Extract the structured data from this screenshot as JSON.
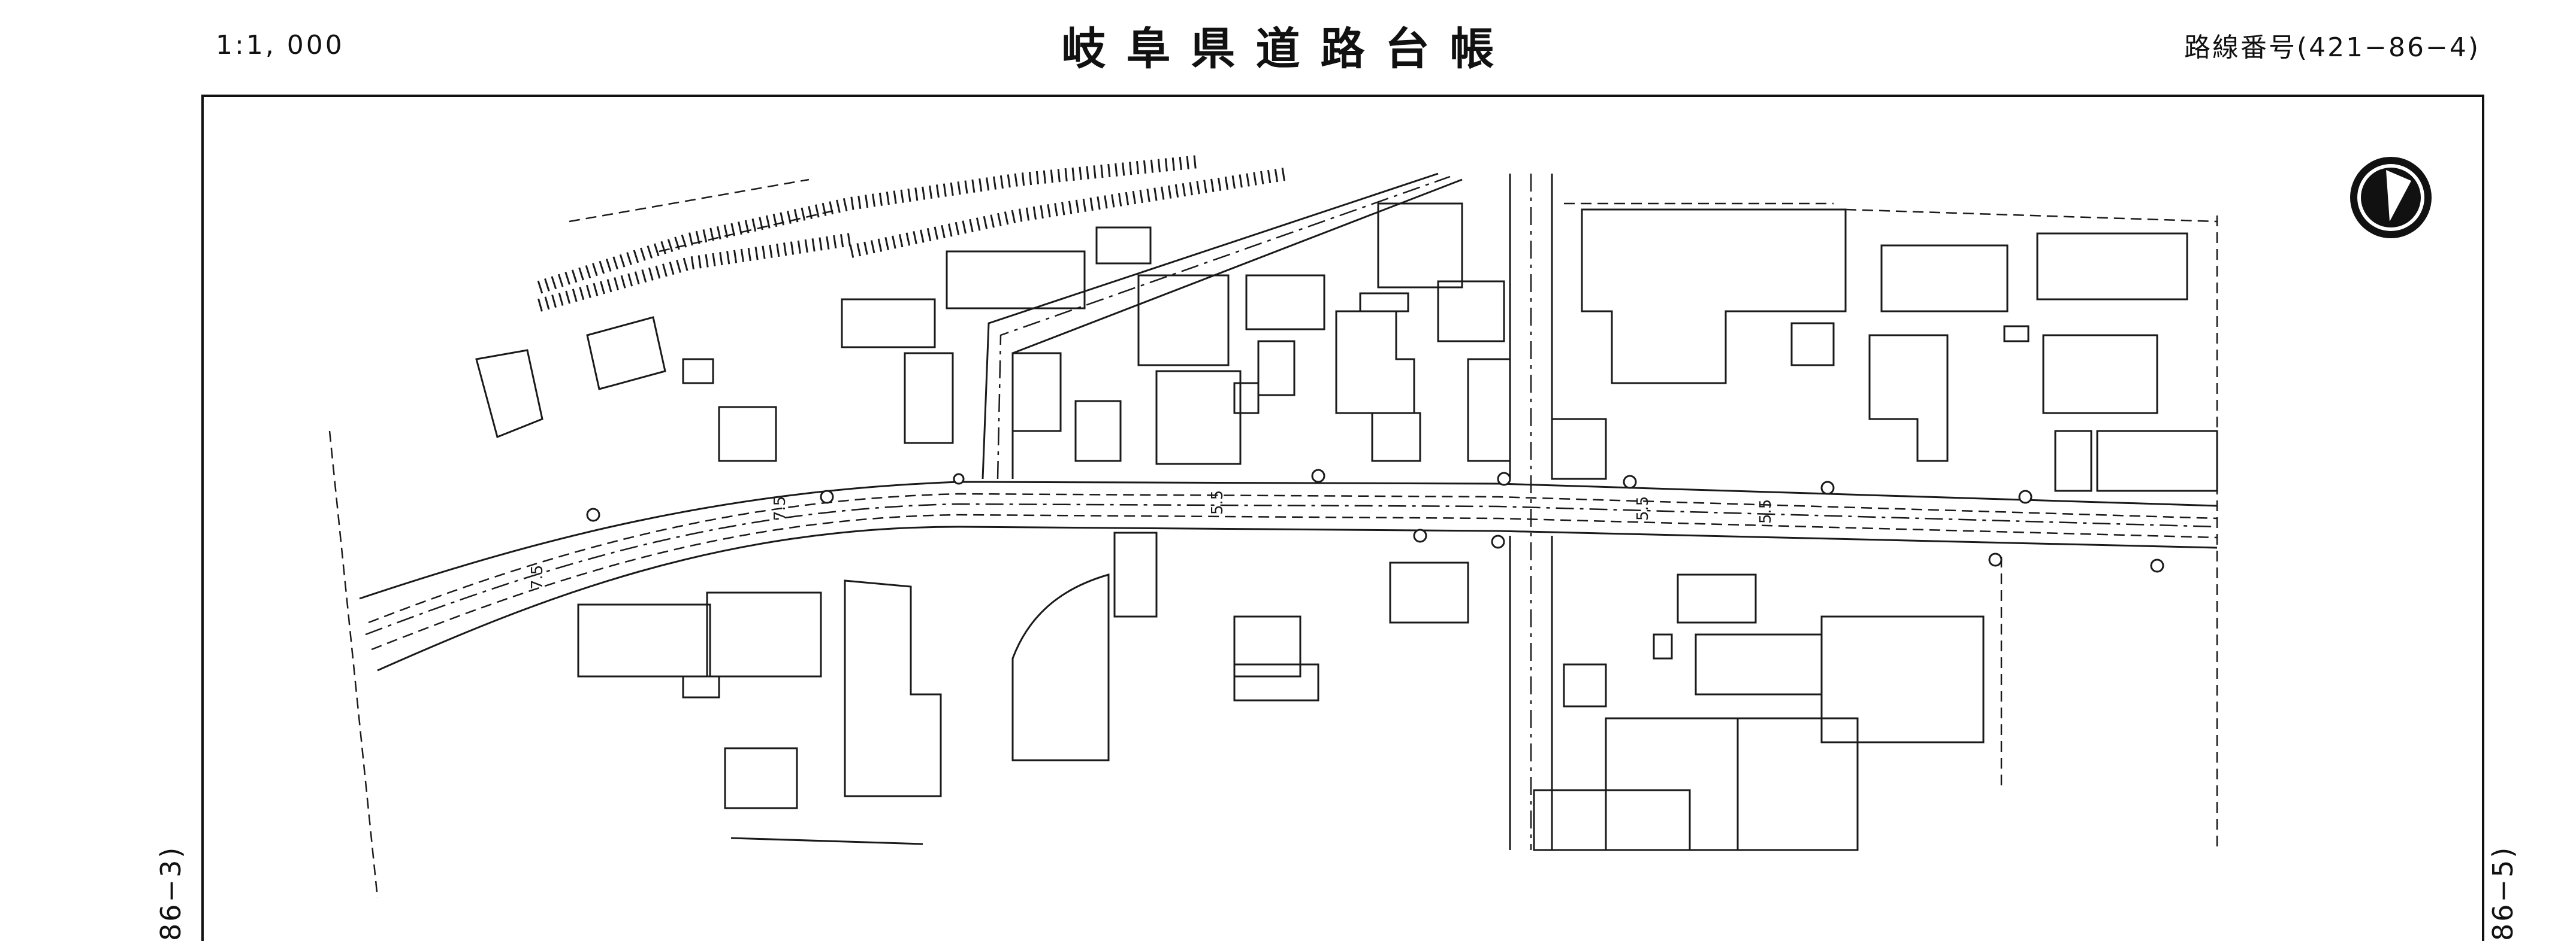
{
  "header": {
    "scale": "1:1, 000",
    "title": "岐阜県道路台帳",
    "route_number": "路線番号(421−86−4)"
  },
  "adjacent_sheets": {
    "previous": "86−3)",
    "next": "86−5)"
  },
  "map": {
    "width_labels": [
      "7.5",
      "7.5",
      "5.5",
      "5.5",
      "5.5"
    ],
    "north_arrow_icon": "north-arrow-icon",
    "line_color": "#1a1a1a"
  }
}
